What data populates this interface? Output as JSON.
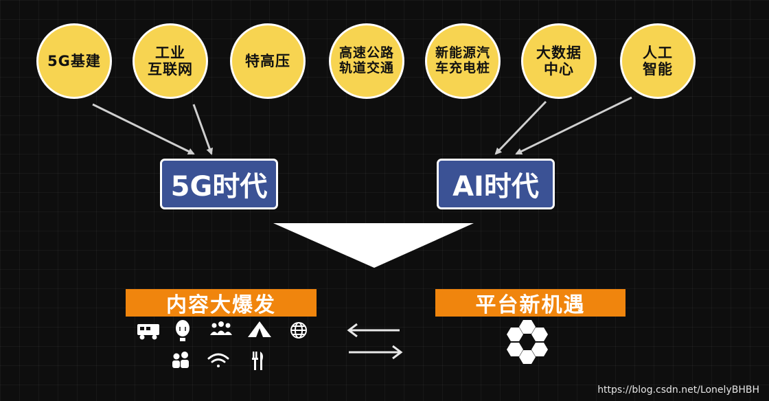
{
  "infrastructure": [
    {
      "label": "5G基建"
    },
    {
      "label": "工业\n互联网"
    },
    {
      "label": "特高压"
    },
    {
      "label": "高速公路\n轨道交通"
    },
    {
      "label": "新能源汽\n车充电桩"
    },
    {
      "label": "大数据\n中心"
    },
    {
      "label": "人工\n智能"
    }
  ],
  "eras": {
    "left": "5G时代",
    "right": "AI时代"
  },
  "outcomes": {
    "left": "内容大爆发",
    "right": "平台新机遇"
  },
  "icons": [
    "rv-icon",
    "balloon-icon",
    "group-icon",
    "tent-icon",
    "globe-icon",
    "couple-icon",
    "wifi-icon",
    "cutlery-icon"
  ],
  "watermark": "https://blog.csdn.net/LonelyBHBH",
  "colors": {
    "circle": "#f7d451",
    "era": "#3b5295",
    "orange": "#f0850d"
  }
}
